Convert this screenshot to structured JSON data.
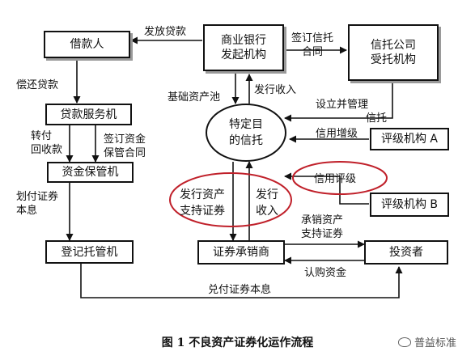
{
  "nodes": {
    "borrower": "借款人",
    "originator": "商业银行\n发起机构",
    "trust_company": "信托公司\n受托机构",
    "loan_servicer": "贷款服务机",
    "spv_trust": "特定目\n的信托",
    "rating_a": "评级机构 A",
    "custodian": "资金保管机",
    "rating_b": "评级机构 B",
    "registry": "登记托管机",
    "underwriter": "证券承销商",
    "investor": "投资者"
  },
  "edges": {
    "issue_loan": "发放贷款",
    "trust_contract": "签订信托\n合同",
    "repay_loan": "偿还贷款",
    "underlying_pool": "基础资产池",
    "issue_income_top": "发行收入",
    "setup_manage": "设立并管理",
    "trust": "信托",
    "credit_enhance": "信用增级",
    "transfer_collection": "转付\n回收款",
    "custody_contract": "签订资金\n保管合同",
    "credit_rating": "信用评级",
    "allocate_payment": "划付证券\n本息",
    "issue_abs": "发行资产\n支持证券",
    "issue_income_mid": "发行\n收入",
    "underwrite_abs": "承销资产\n支持证券",
    "subscribe_funds": "认购资金",
    "pay_principal_interest": "兑付证券本息"
  },
  "caption": "图 1  不良资产证券化运作流程",
  "watermark": "普益标准",
  "colors": {
    "line": "#111111",
    "highlight": "#c0202a",
    "shadow": "#9a9a9a"
  }
}
